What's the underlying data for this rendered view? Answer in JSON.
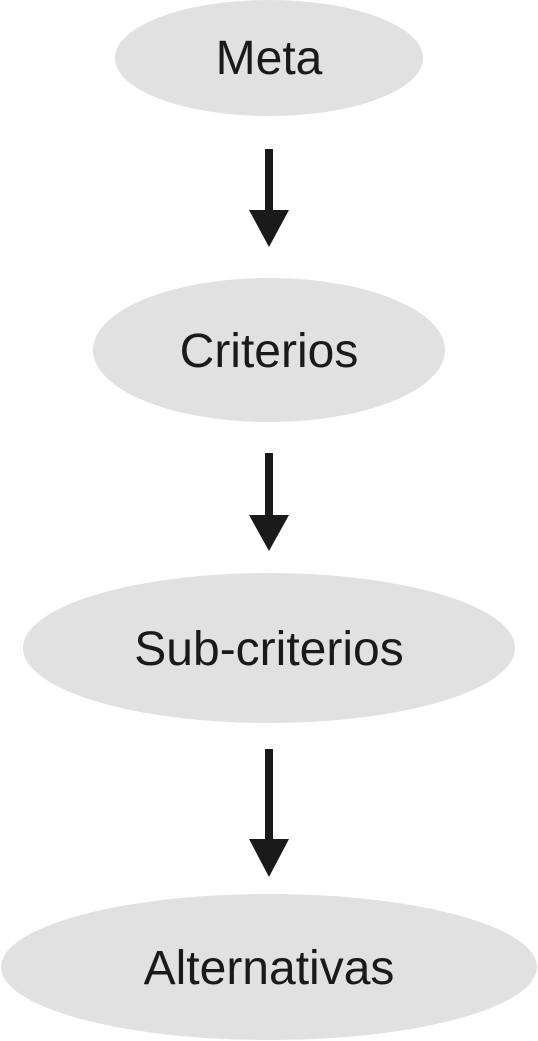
{
  "diagram": {
    "nodes": [
      {
        "label": "Meta"
      },
      {
        "label": "Criterios"
      },
      {
        "label": "Sub-criterios"
      },
      {
        "label": "Alternativas"
      }
    ],
    "edges": [
      {
        "from": 0,
        "to": 1
      },
      {
        "from": 1,
        "to": 2
      },
      {
        "from": 2,
        "to": 3
      }
    ],
    "colors": {
      "node_fill": "#e1e1e1",
      "arrow": "#1a1a1a",
      "text": "#1a1a1a"
    }
  }
}
